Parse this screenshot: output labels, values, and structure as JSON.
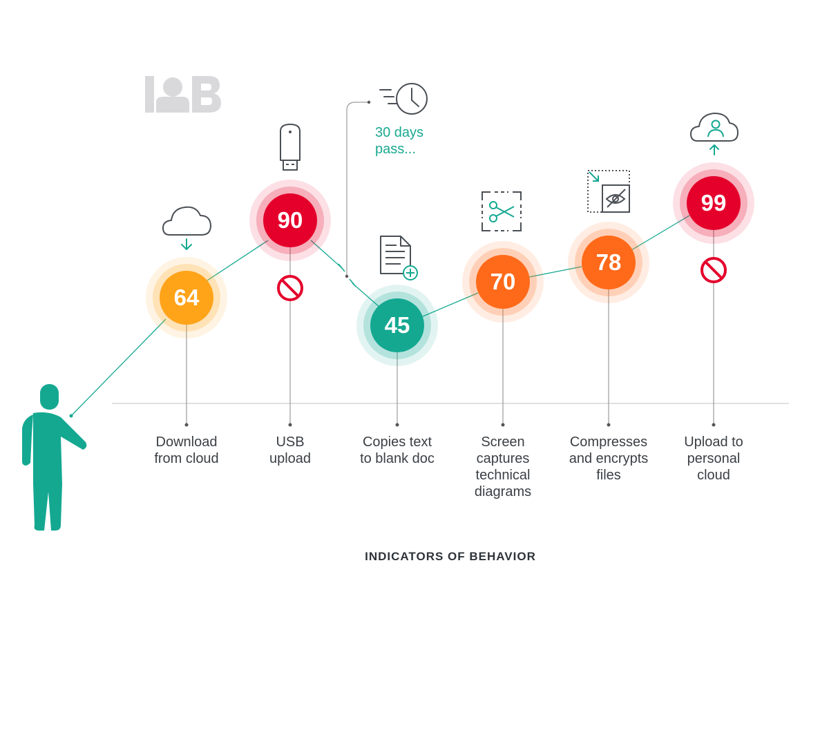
{
  "logo": {
    "text": "IOB"
  },
  "footer": {
    "title": "INDICATORS OF BEHAVIOR"
  },
  "pause": {
    "line1": "30 days",
    "line2": "pass..."
  },
  "colors": {
    "teal": "#14a891",
    "gray_line": "#9a9a9a",
    "icon_gray": "#4a4f55",
    "red": "#e4002b",
    "orange": "#ff6a1a",
    "amber": "#ffa319"
  },
  "steps": [
    {
      "label": [
        "Download",
        "from cloud"
      ],
      "score": "64",
      "color": "#ffa319",
      "icon": "cloud-download-icon",
      "blocked": false
    },
    {
      "label": [
        "USB",
        "upload"
      ],
      "score": "90",
      "color": "#e4002b",
      "icon": "usb-drive-icon",
      "blocked": true
    },
    {
      "label": [
        "Copies text",
        "to blank doc"
      ],
      "score": "45",
      "color": "#14a891",
      "icon": "document-add-icon",
      "blocked": false
    },
    {
      "label": [
        "Screen",
        "captures",
        "technical",
        "diagrams"
      ],
      "score": "70",
      "color": "#ff6a1a",
      "icon": "screen-capture-scissors-icon",
      "blocked": false
    },
    {
      "label": [
        "Compresses",
        "and encrypts",
        "files"
      ],
      "score": "78",
      "color": "#ff6a1a",
      "icon": "hidden-compress-icon",
      "blocked": false
    },
    {
      "label": [
        "Upload to",
        "personal",
        "cloud"
      ],
      "score": "99",
      "color": "#e4002b",
      "icon": "cloud-user-upload-icon",
      "blocked": true
    }
  ]
}
